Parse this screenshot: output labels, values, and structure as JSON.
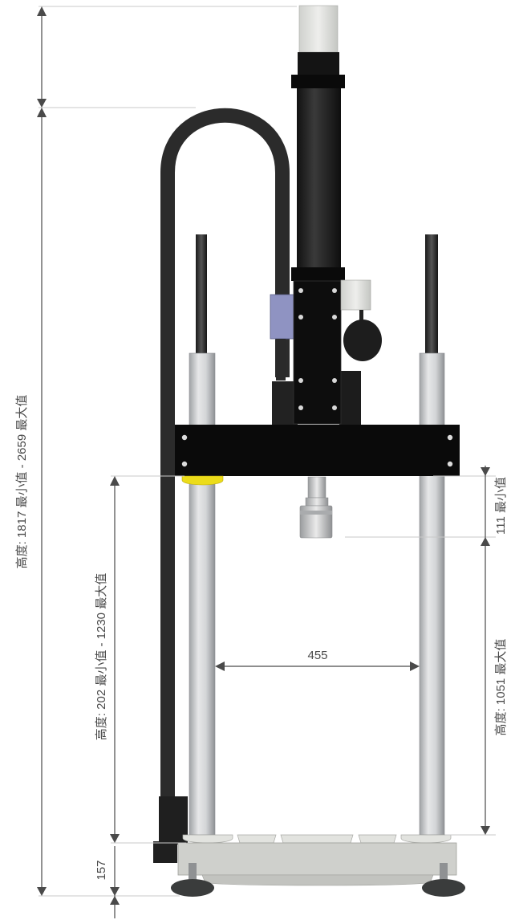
{
  "dimensions": {
    "total_height": "高度: 1817 最小值 - 2659 最大值",
    "work_height": "高度: 202 最小值 - 1230 最大值",
    "base_height": "157",
    "column_gap": "455",
    "stroke_min": "111 最小值",
    "stroke_max": "高度: 1051 最大值"
  },
  "colors": {
    "frame": "#0d0d0d",
    "column": "#c4c6c8",
    "base": "#cfd0cc",
    "accent_yellow": "#ecdc1a",
    "accent_blue": "#8f93c2"
  }
}
